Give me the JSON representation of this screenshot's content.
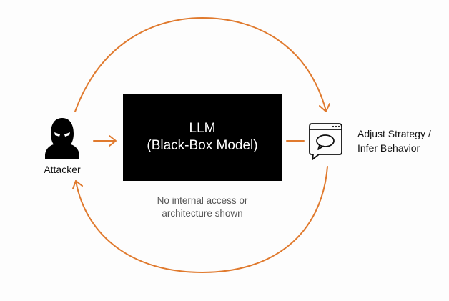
{
  "diagram": {
    "accent_color": "#e07a2e",
    "llm_box": {
      "title": "LLM",
      "subtitle": "(Black-Box Model)"
    },
    "caption": {
      "line1": "No internal access or",
      "line2": "architecture shown"
    },
    "attacker": {
      "label": "Attacker",
      "icon": "hooded-attacker-icon"
    },
    "response": {
      "line1": "Adjust Strategy /",
      "line2": "Infer Behavior",
      "icon": "chat-window-icon"
    },
    "edges": [
      {
        "from": "Attacker",
        "to": "LLM (Black-Box Model)",
        "style": "straight-arrow"
      },
      {
        "from": "LLM (Black-Box Model)",
        "to": "Adjust Strategy / Infer Behavior",
        "style": "line"
      },
      {
        "from": "Attacker",
        "to": "Adjust Strategy / Infer Behavior",
        "style": "top-arc-arrow"
      },
      {
        "from": "Adjust Strategy / Infer Behavior",
        "to": "Attacker",
        "style": "bottom-arc-arrow"
      }
    ]
  }
}
